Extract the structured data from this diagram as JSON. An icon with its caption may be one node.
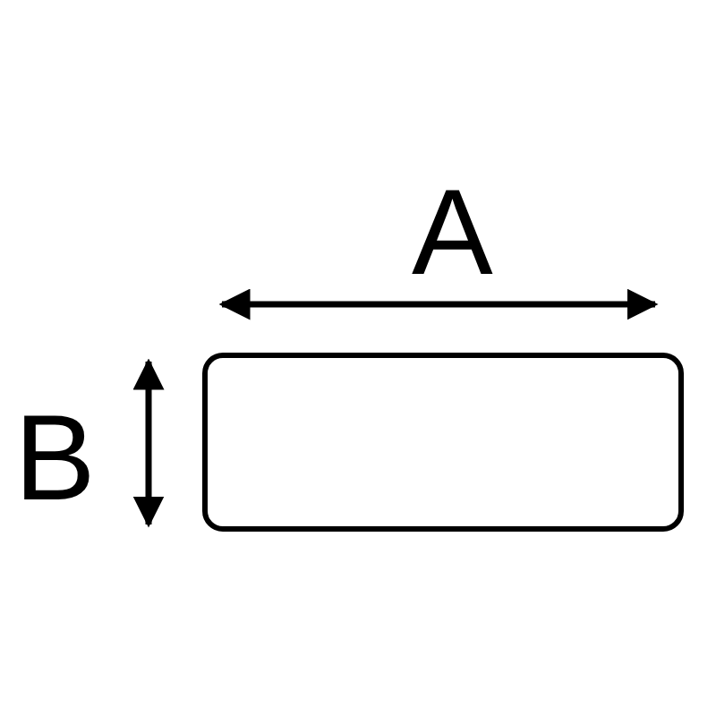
{
  "diagram": {
    "nodes": [
      {
        "text": [],
        "shape": "box"
      }
    ],
    "labels": [
      "A",
      "B"
    ]
  }
}
